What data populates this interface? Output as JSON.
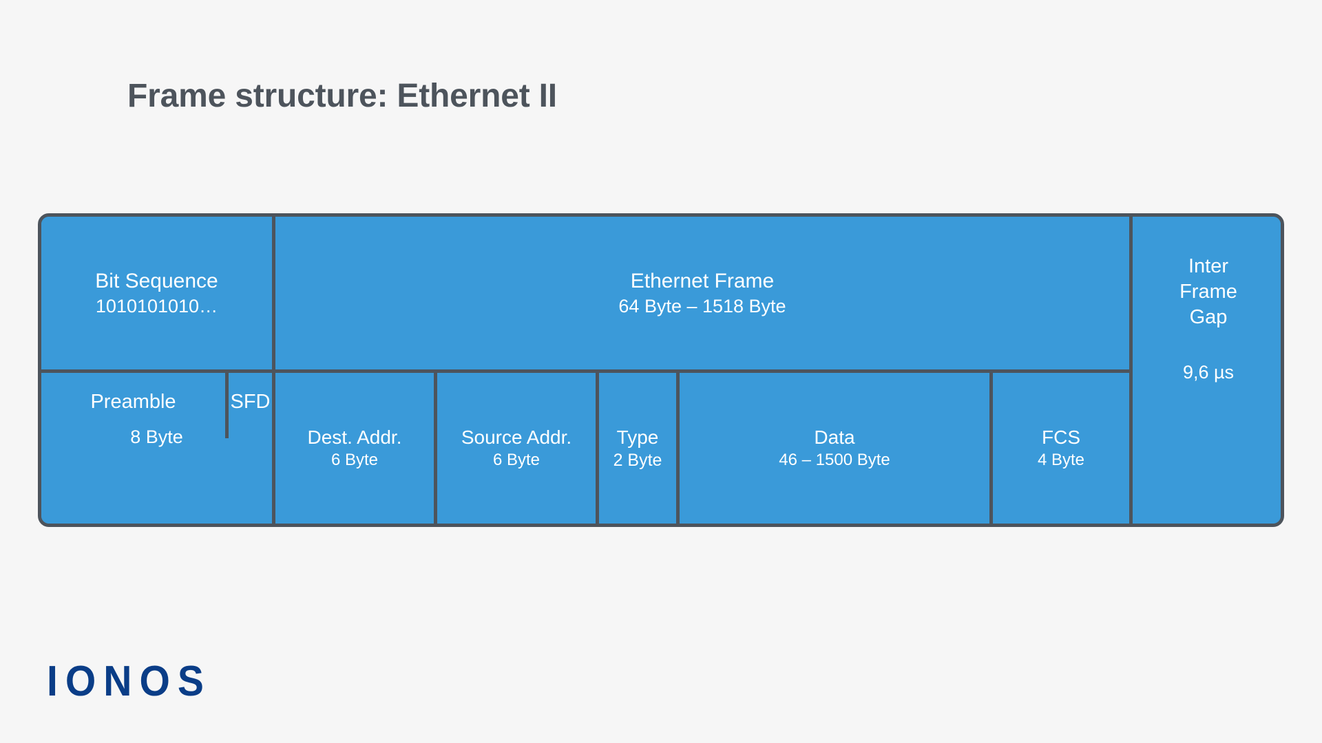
{
  "page": {
    "title": "Frame structure: Ethernet II",
    "background_color": "#f6f6f6",
    "title_color": "#4d545c"
  },
  "theme": {
    "cell_fill": "#3a9ad9",
    "border_color": "#4d545c",
    "text_color": "#ffffff",
    "logo_color": "#0a3d87"
  },
  "diagram": {
    "name": "ethernet-ii-frame-structure",
    "top_row": [
      {
        "id": "bit-sequence",
        "label": "Bit Sequence",
        "sublabel": "1010101010…"
      },
      {
        "id": "ethernet-frame",
        "label": "Ethernet Frame",
        "sublabel": "64 Byte – 1518 Byte"
      }
    ],
    "bottom_row": [
      {
        "id": "preamble",
        "label": "Preamble",
        "sublabel": ""
      },
      {
        "id": "sfd",
        "label": "SFD",
        "sublabel": ""
      },
      {
        "id": "dest-addr",
        "label": "Dest. Addr.",
        "sublabel": "6 Byte"
      },
      {
        "id": "source-addr",
        "label": "Source Addr.",
        "sublabel": "6 Byte"
      },
      {
        "id": "type",
        "label": "Type",
        "sublabel": "2 Byte"
      },
      {
        "id": "data",
        "label": "Data",
        "sublabel": "46 – 1500 Byte"
      },
      {
        "id": "fcs",
        "label": "FCS",
        "sublabel": "4 Byte"
      }
    ],
    "shared": {
      "preamble_sfd_size": "8 Byte"
    },
    "full_height": [
      {
        "id": "inter-frame-gap",
        "label_line1": "Inter",
        "label_line2": "Frame",
        "label_line3": "Gap",
        "sublabel": "9,6 µs"
      }
    ]
  },
  "footer": {
    "logo_text": "IONOS"
  }
}
